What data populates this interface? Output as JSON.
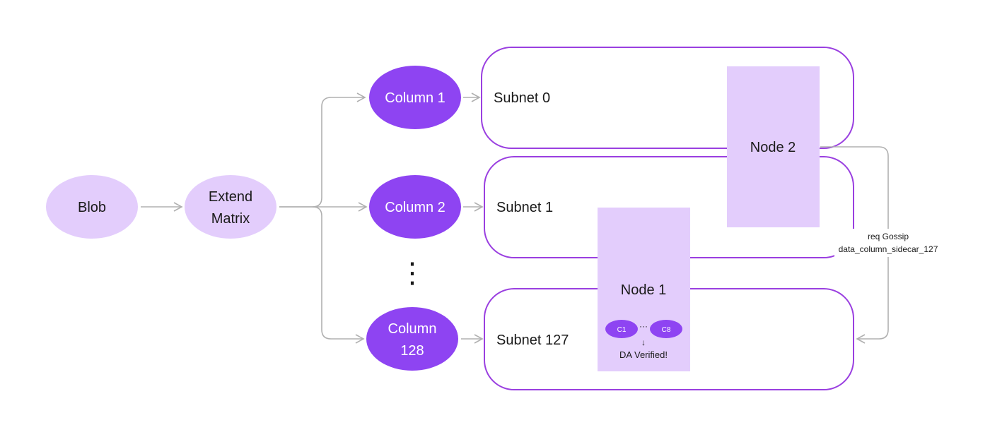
{
  "colors": {
    "light_purple": "#e3cdfc",
    "dark_purple": "#8e44f2",
    "border_purple": "#9a3fe0",
    "arrow_gray": "#b0b0b0",
    "text_dark": "#1a1a1a",
    "text_white": "#ffffff"
  },
  "blob": {
    "label": "Blob"
  },
  "extend": {
    "line1": "Extend",
    "line2": "Matrix"
  },
  "columns": {
    "c1": "Column 1",
    "c2": "Column 2",
    "c128_line1": "Column",
    "c128_line2": "128"
  },
  "ellipsis_dots": "⋮",
  "subnets": {
    "s0": "Subnet 0",
    "s1": "Subnet 1",
    "s127": "Subnet 127"
  },
  "nodes": {
    "node1": "Node 1",
    "node2": "Node 2"
  },
  "node1_detail": {
    "c1": "C1",
    "dots": "···",
    "c8": "C8",
    "arrow": "↓",
    "verified": "DA Verified!"
  },
  "gossip": {
    "line1": "req Gossip",
    "line2": "data_column_sidecar_127"
  }
}
